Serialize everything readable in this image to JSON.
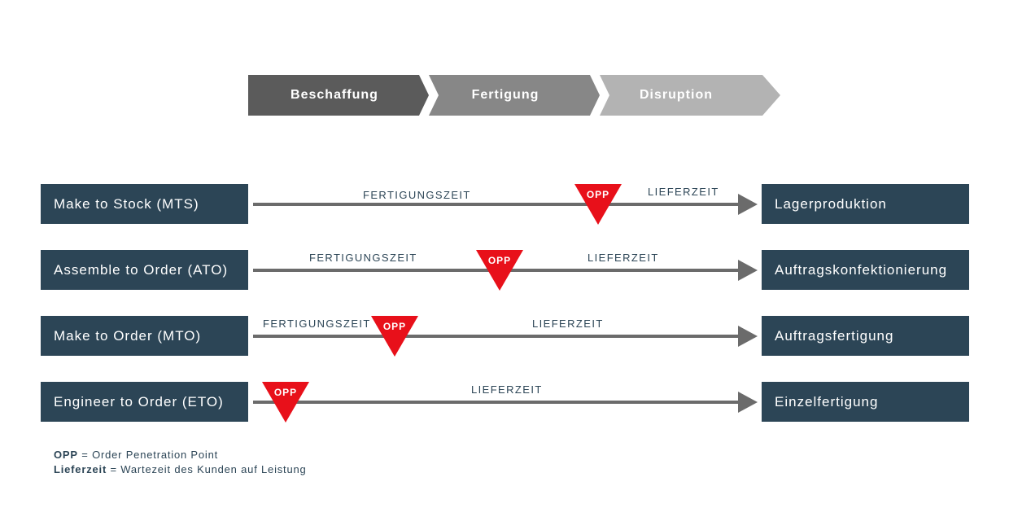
{
  "phases": {
    "items": [
      {
        "label": "Beschaffung",
        "color": "#5b5b5b"
      },
      {
        "label": "Fertigung",
        "color": "#878787"
      },
      {
        "label": "Disruption",
        "color": "#b3b3b3"
      }
    ]
  },
  "rows": [
    {
      "left_label": "Make to Stock (MTS)",
      "right_label": "Lagerproduktion",
      "fertigung_label": "FERTIGUNGSZEIT",
      "liefer_label": "LIEFERZEIT",
      "opp_label": "OPP"
    },
    {
      "left_label": "Assemble to Order (ATO)",
      "right_label": "Auftragskonfektionierung",
      "fertigung_label": "FERTIGUNGSZEIT",
      "liefer_label": "LIEFERZEIT",
      "opp_label": "OPP"
    },
    {
      "left_label": "Make to Order (MTO)",
      "right_label": "Auftragsfertigung",
      "fertigung_label": "FERTIGUNGSZEIT",
      "liefer_label": "LIEFERZEIT",
      "opp_label": "OPP"
    },
    {
      "left_label": "Engineer to Order (ETO)",
      "right_label": "Einzelfertigung",
      "liefer_label": "LIEFERZEIT",
      "opp_label": "OPP"
    }
  ],
  "legend": {
    "opp_term": "OPP",
    "opp_def": " = Order Penetration Point",
    "liefer_term": "Lieferzeit",
    "liefer_def": " = Wartezeit des Kunden auf Leistung"
  },
  "colors": {
    "box": "#2c4556",
    "arrow": "#6b6b6b",
    "opp": "#e8101a"
  }
}
